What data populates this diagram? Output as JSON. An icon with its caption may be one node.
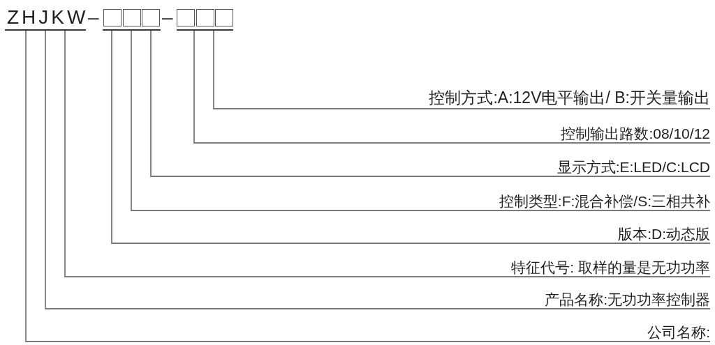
{
  "diagram": {
    "nodes": [
      {
        "text": [
          "ZHJKW"
        ]
      },
      {
        "text": [],
        "shape": "box"
      },
      {
        "text": [],
        "shape": "box"
      },
      {
        "text": [],
        "shape": "box"
      },
      {
        "text": [],
        "shape": "box"
      },
      {
        "text": [],
        "shape": "box"
      },
      {
        "text": [],
        "shape": "box"
      },
      {
        "text": [],
        "shape": "bar"
      },
      {
        "text": [],
        "shape": "bar"
      },
      {
        "text": [
          "控制方式:A:12V电平输出/ B:开关量输出"
        ]
      },
      {
        "text": [
          "控制输出路数:08/10/12"
        ]
      },
      {
        "text": [
          "显示方式:E:LED/C:LCD"
        ]
      },
      {
        "text": [
          "控制类型:F:混合补偿/S:三相共补"
        ]
      },
      {
        "text": [
          "版本:D:动态版"
        ]
      },
      {
        "text": [
          "特征代号: 取样的量是无功功率"
        ]
      },
      {
        "text": [
          "产品名称:无功功率控制器"
        ]
      },
      {
        "text": [
          "公司名称:"
        ]
      }
    ],
    "edges": [
      {
        "from": 9,
        "to": 8,
        "arrow": "none"
      },
      {
        "from": 10,
        "to": 8,
        "arrow": "none"
      },
      {
        "from": 11,
        "to": 7,
        "arrow": "none"
      },
      {
        "from": 12,
        "to": 7,
        "arrow": "none"
      },
      {
        "from": 13,
        "to": 7,
        "arrow": "none"
      },
      {
        "from": 14,
        "to": 0,
        "arrow": "none"
      },
      {
        "from": 15,
        "to": 0,
        "arrow": "none"
      },
      {
        "from": 16,
        "to": 0,
        "arrow": "none"
      }
    ],
    "labels": [
      "–",
      "–"
    ]
  }
}
